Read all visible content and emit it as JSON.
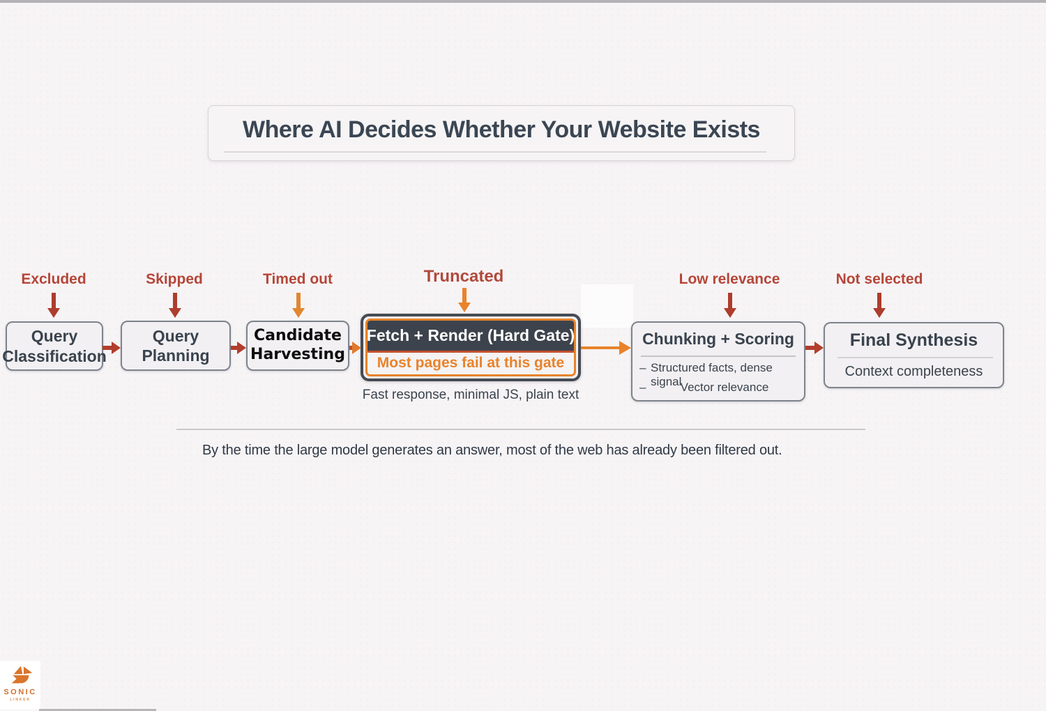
{
  "title": "Where AI Decides Whether Your Website Exists",
  "colors": {
    "label_red": "#b54638",
    "arrow_red": "#b23e2c",
    "accent_orange": "#e8832b",
    "slate": "#3d434c"
  },
  "fail_labels": {
    "excluded": "Excluded",
    "skipped": "Skipped",
    "timed_out": "Timed out",
    "truncated": "Truncated",
    "low_relevance": "Low relevance",
    "not_selected": "Not selected"
  },
  "stages": {
    "query_classification": "Query\nClassification",
    "query_planning": "Query\nPlanning",
    "candidate_harvesting": "Candidate\nHarvesting",
    "fetch_render": {
      "title": "Fetch + Render (Hard Gate)",
      "warning": "Most pages fail at this gate",
      "caption": "Fast response, minimal JS, plain text"
    },
    "chunking_scoring": {
      "title": "Chunking + Scoring",
      "bullet_marker": "–",
      "bullets": [
        "Structured facts, dense signal",
        "Vector relevance"
      ]
    },
    "final_synthesis": {
      "title": "Final Synthesis",
      "subtitle": "Context completeness"
    }
  },
  "footer_note": "By the time the large model generates an answer, most of the web has already been filtered out.",
  "logo": {
    "brand": "SONIC",
    "subtext": "LINKER"
  }
}
